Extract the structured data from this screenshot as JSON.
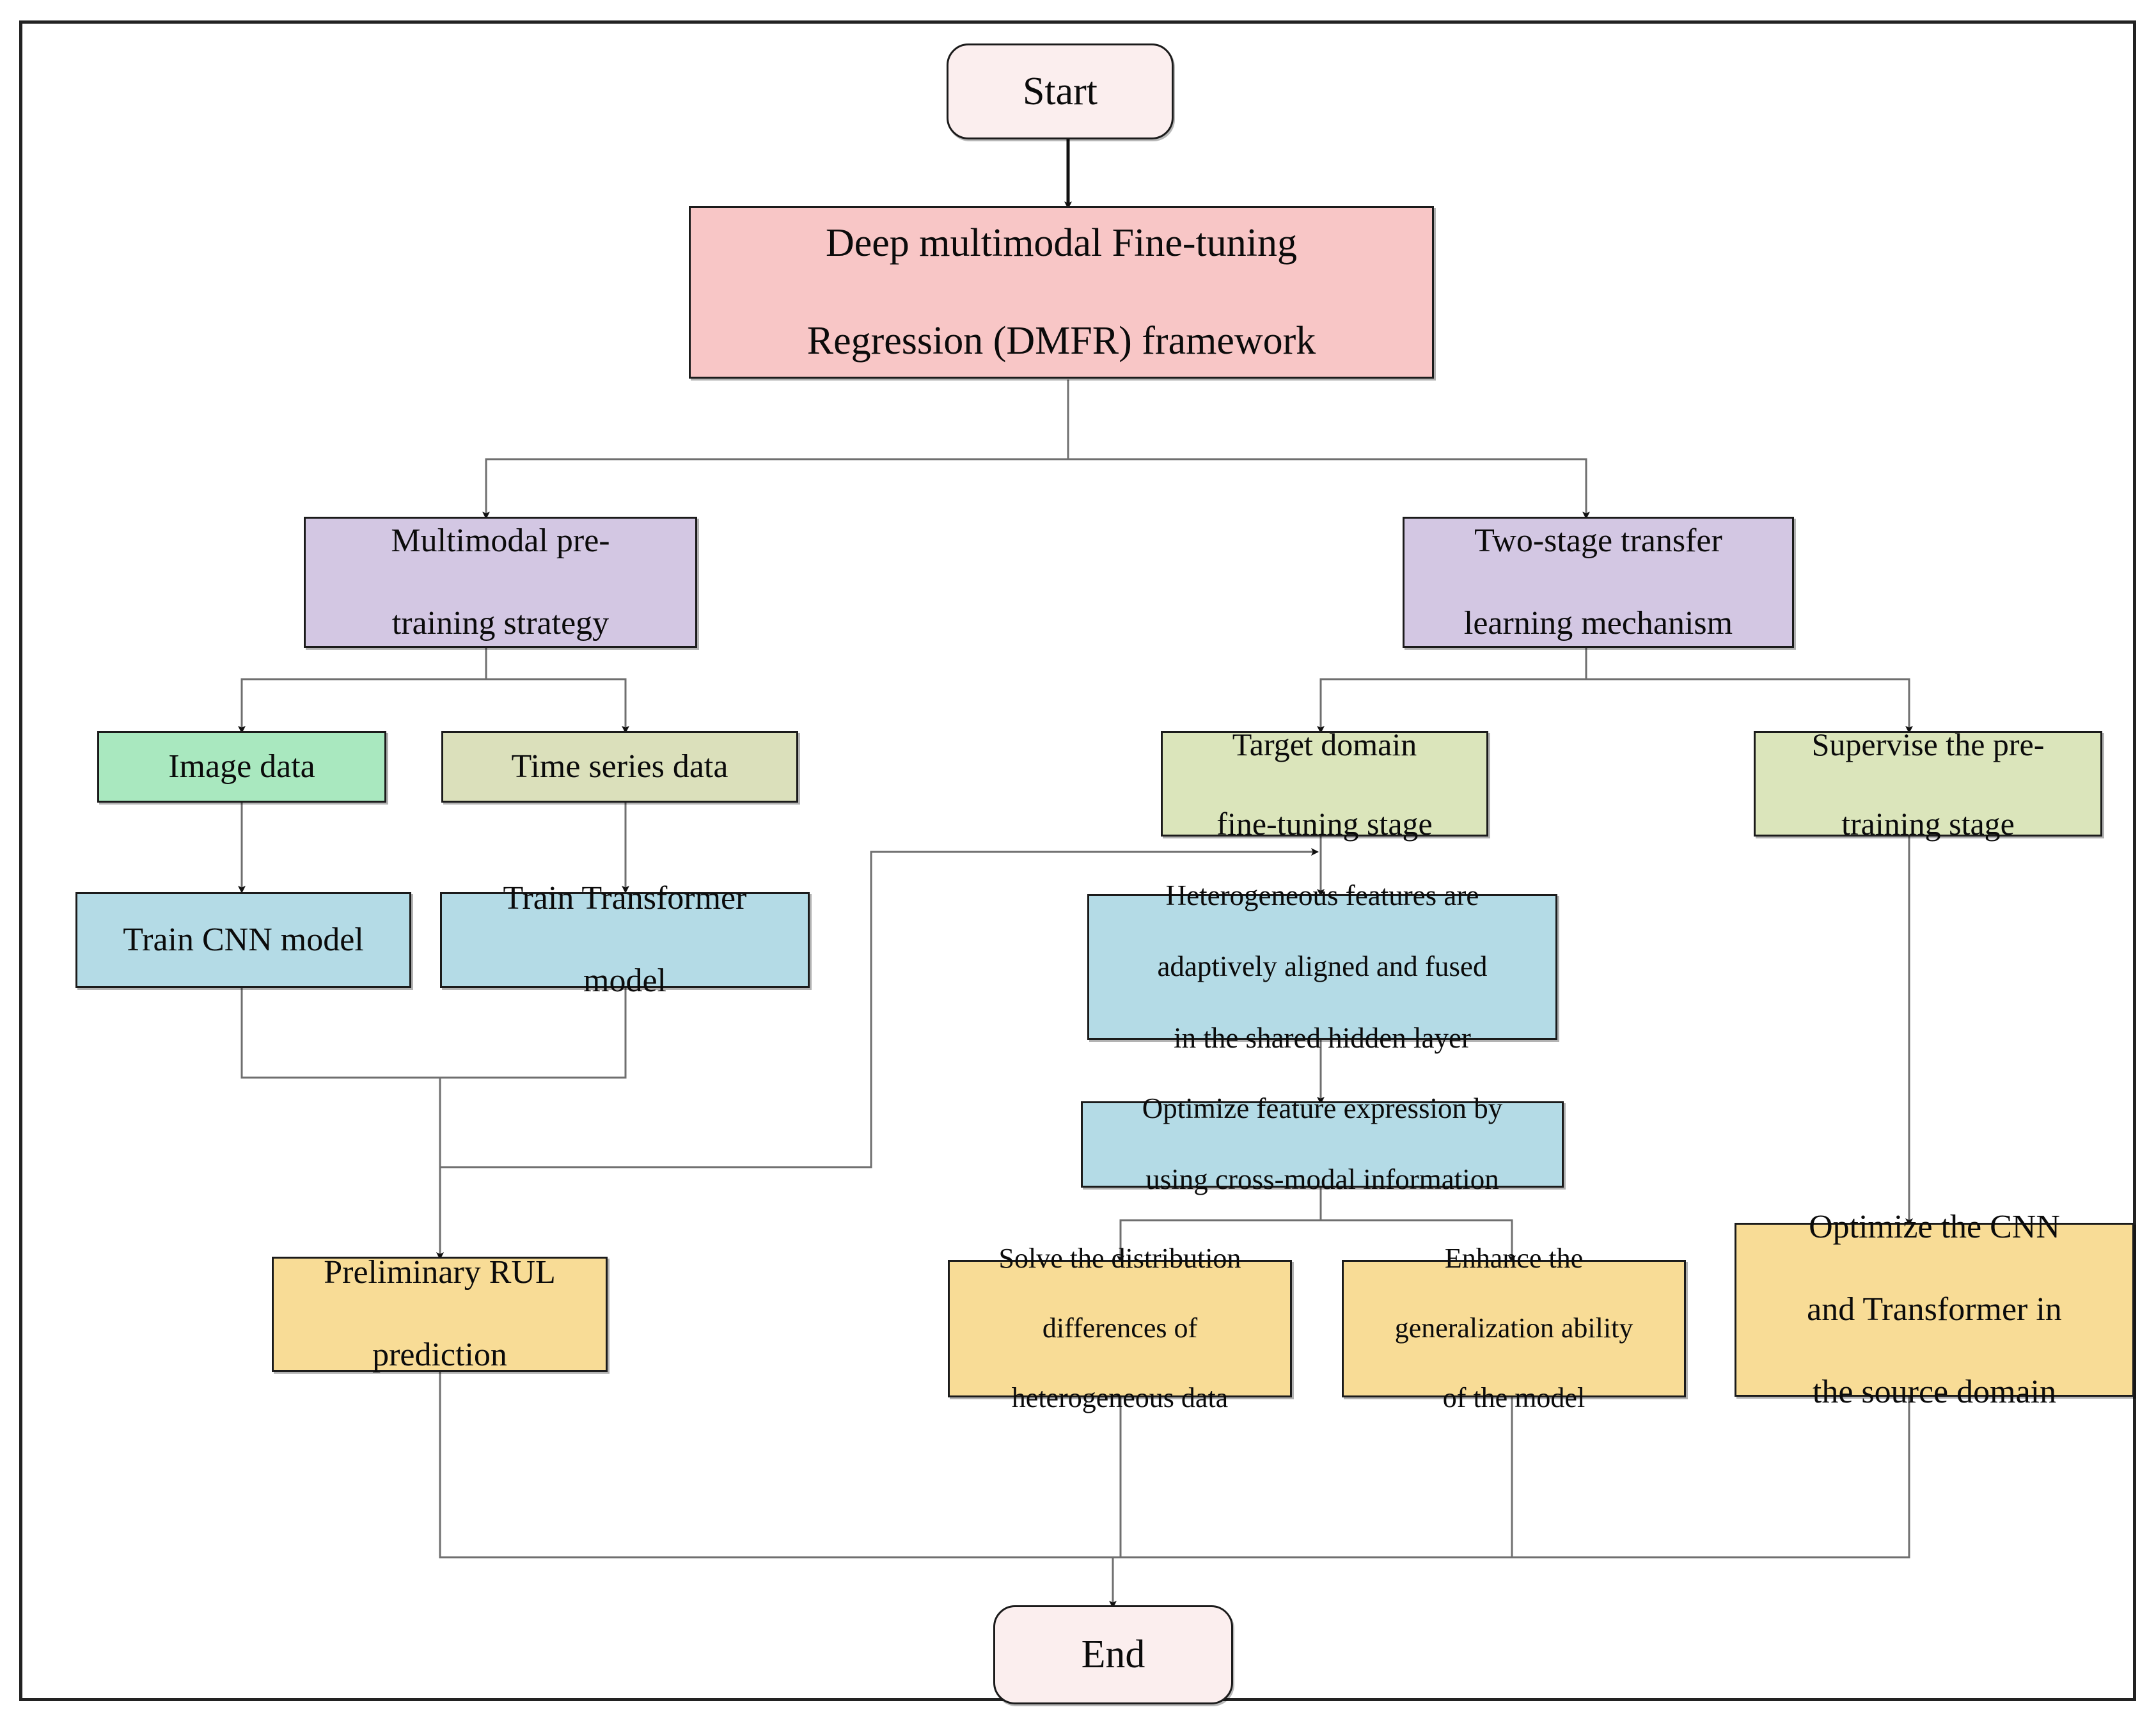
{
  "diagram": {
    "title": "Deep multimodal Fine-tuning Regression (DMFR) framework flowchart",
    "frame_border_color": "#222222",
    "connector_color": "#6f6f6f",
    "connector_dark_color": "#1b1b1b"
  },
  "palette": {
    "terminal": "#fbeeee",
    "framework": "#f8c6c6",
    "strategy": "#d3c7e3",
    "image_data": "#a9e8bf",
    "series_data": "#dbe0bb",
    "stage": "#dbe5bb",
    "model": "#b4dbe6",
    "output": "#f8dc96"
  },
  "nodes": {
    "start": {
      "label": "Start",
      "type": "terminal"
    },
    "framework": {
      "label": "Deep multimodal Fine-tuning Regression (DMFR) framework",
      "line1": "Deep multimodal Fine-tuning",
      "line2": "Regression (DMFR) framework",
      "type": "process"
    },
    "multimodal_pretraining": {
      "line1": "Multimodal pre-",
      "line2": "training strategy"
    },
    "two_stage_transfer": {
      "line1": "Two-stage transfer",
      "line2": "learning mechanism"
    },
    "image_data": {
      "line1": "Image data"
    },
    "time_series_data": {
      "line1": "Time series data"
    },
    "target_domain": {
      "line1": "Target domain",
      "line2": "fine-tuning stage"
    },
    "supervise_pretraining": {
      "line1": "Supervise the pre-",
      "line2": "training stage"
    },
    "train_cnn": {
      "line1": "Train CNN model"
    },
    "train_transformer": {
      "line1": "Train Transformer",
      "line2": "model"
    },
    "heterogeneous_features": {
      "line1": "Heterogeneous features are",
      "line2": "adaptively aligned and fused",
      "line3": "in the shared hidden layer"
    },
    "optimize_feature": {
      "line1": "Optimize feature expression by",
      "line2": "using cross-modal information"
    },
    "preliminary_rul": {
      "line1": "Preliminary RUL",
      "line2": "prediction"
    },
    "solve_distribution": {
      "line1": "Solve the distribution",
      "line2": "differences of",
      "line3": "heterogeneous data"
    },
    "enhance_generalization": {
      "line1": "Enhance the",
      "line2": "generalization ability",
      "line3": "of the model"
    },
    "optimize_cnn_transformer": {
      "line1": "Optimize the CNN",
      "line2": "and Transformer in",
      "line3": "the source domain"
    },
    "end": {
      "label": "End",
      "type": "terminal"
    }
  }
}
